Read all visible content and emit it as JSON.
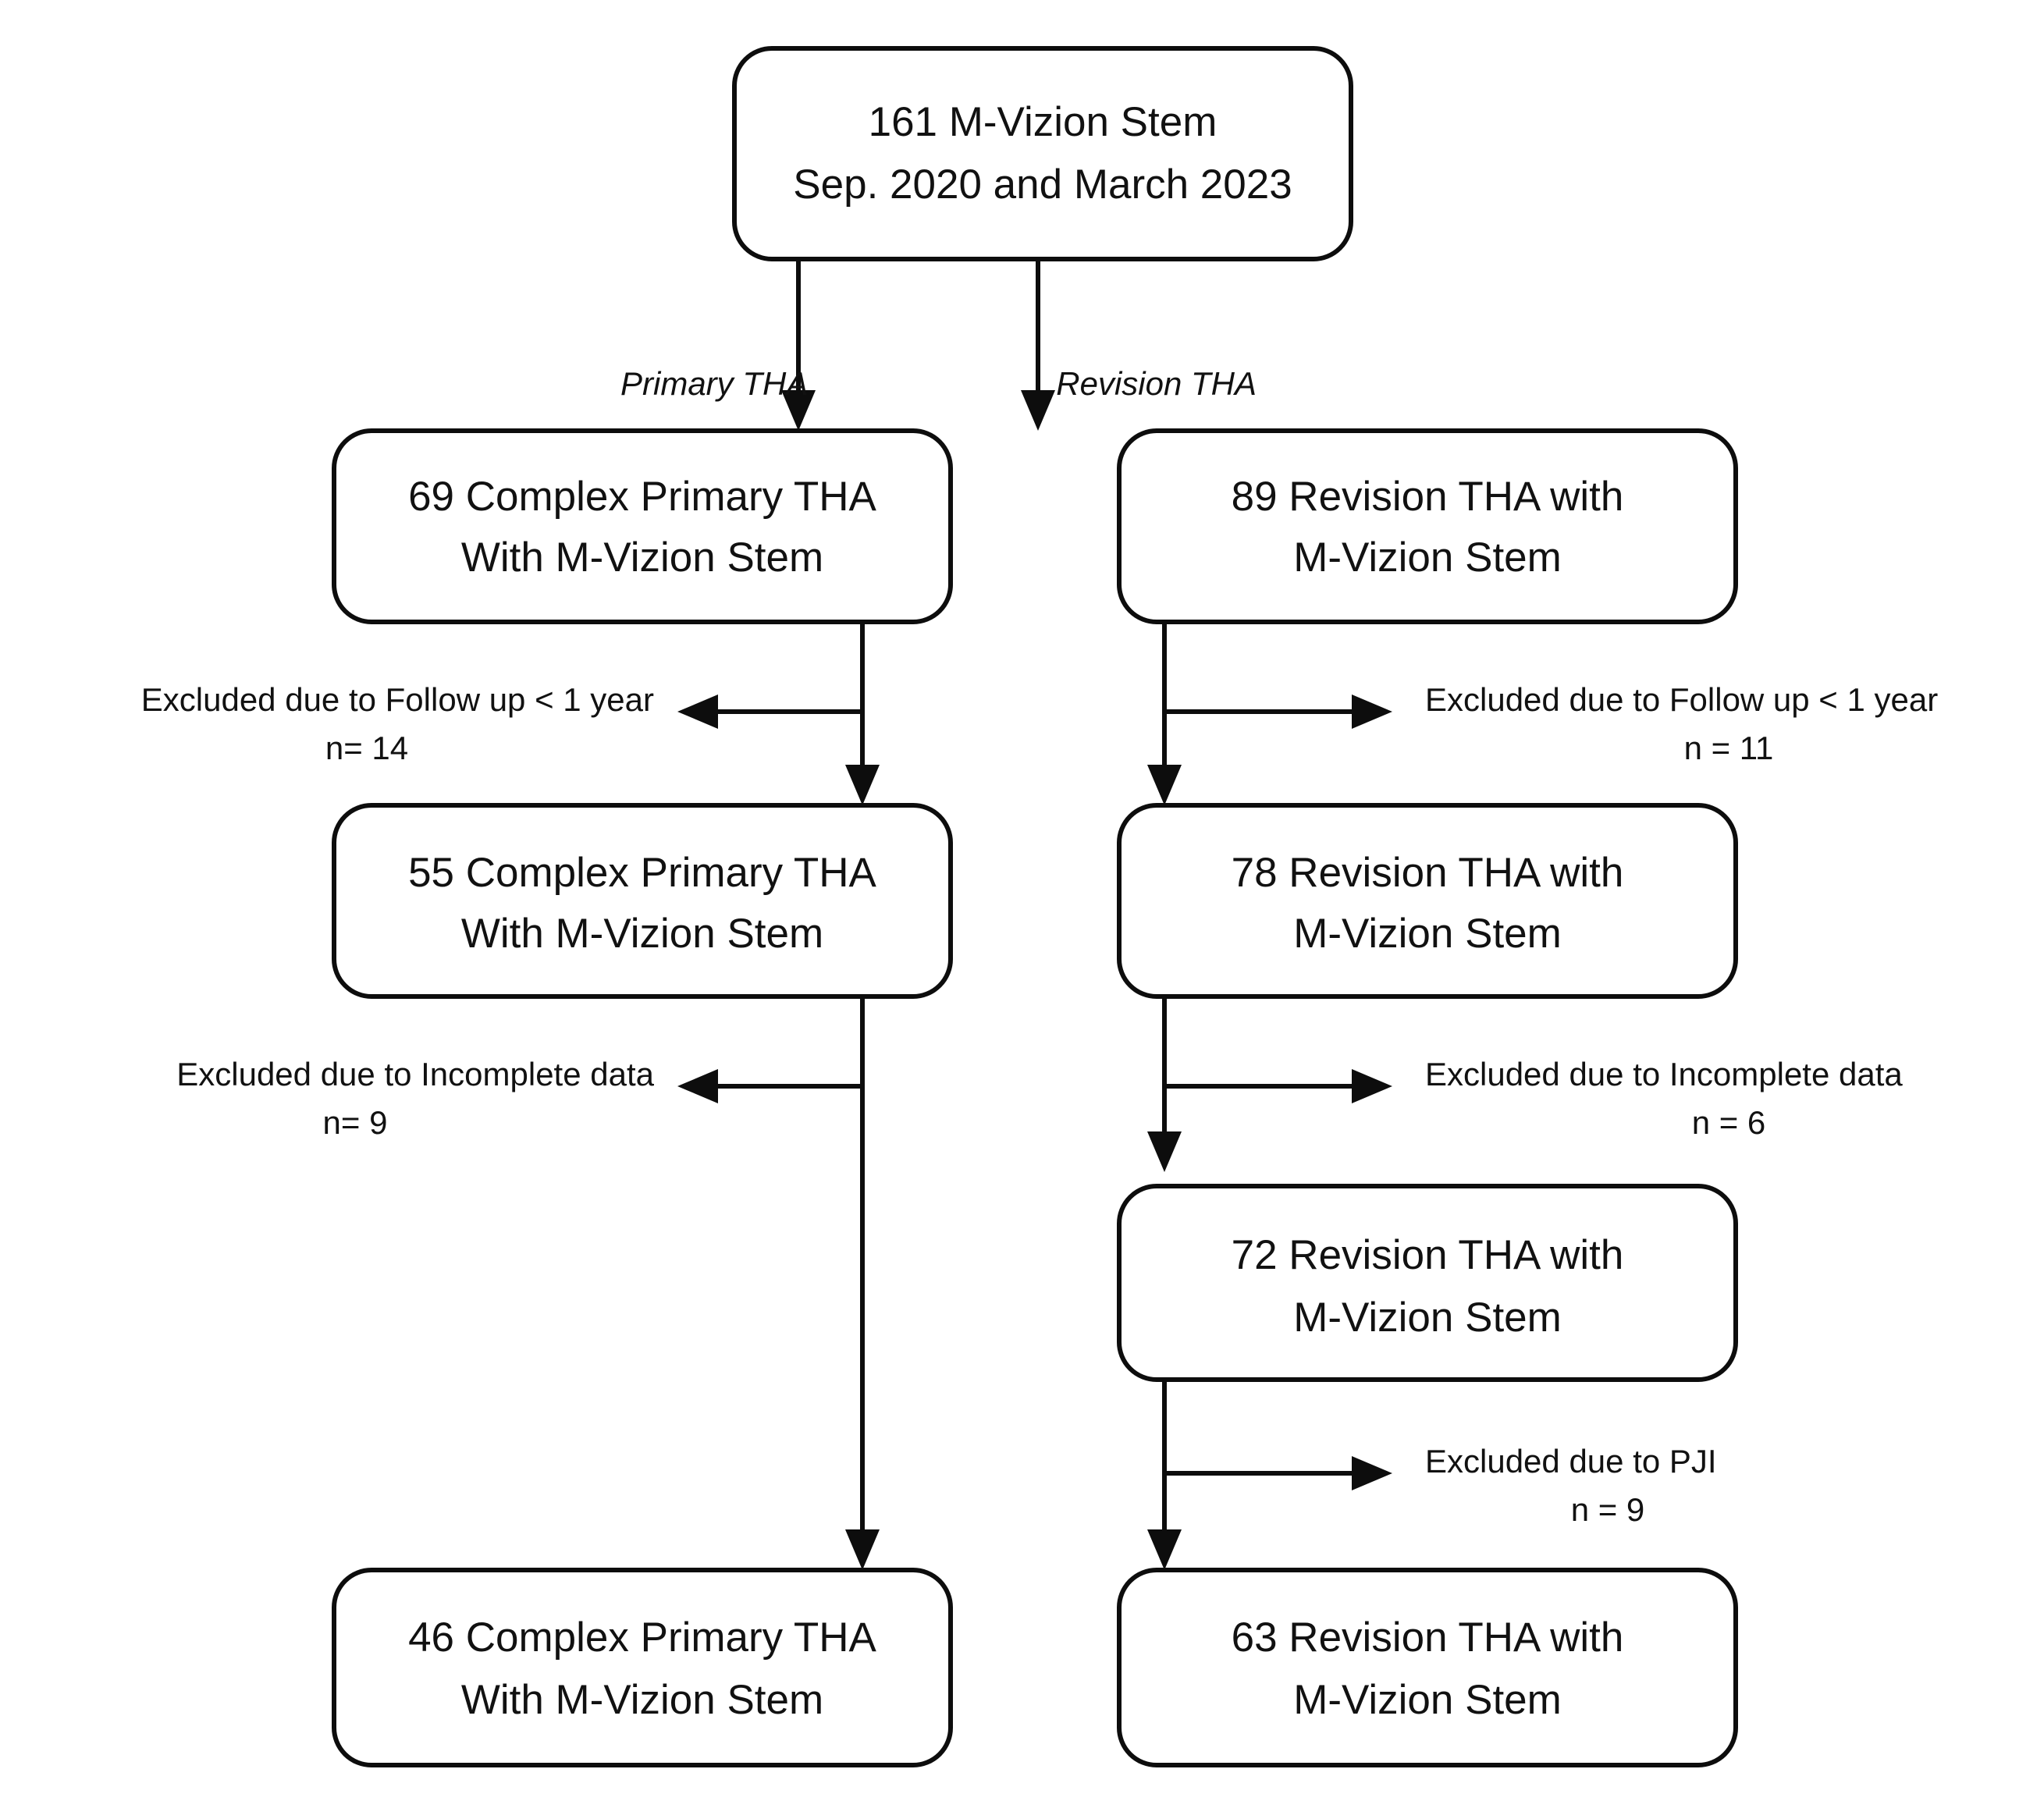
{
  "diagram": {
    "title": "M-Vizion Stem patient selection flow diagram",
    "type": "flowchart",
    "accent_color": "#0d0d0d",
    "background_color": "#ffffff"
  },
  "nodes": {
    "root": {
      "line1": "161 M-Vizion Stem",
      "line2": "Sep. 2020 and March 2023",
      "count": 161
    },
    "primary_initial": {
      "line1": "69 Complex Primary THA",
      "line2": "With M-Vizion Stem",
      "count": 69
    },
    "revision_initial": {
      "line1": "89 Revision THA with",
      "line2": "M-Vizion Stem",
      "count": 89
    },
    "primary_after_followup": {
      "line1": "55 Complex Primary THA",
      "line2": "With M-Vizion Stem",
      "count": 55
    },
    "revision_after_followup": {
      "line1": "78 Revision THA with",
      "line2": "M-Vizion Stem",
      "count": 78
    },
    "revision_after_incomplete": {
      "line1": "72 Revision THA with",
      "line2": "M-Vizion Stem",
      "count": 72
    },
    "primary_final": {
      "line1": "46 Complex Primary THA",
      "line2": "With M-Vizion Stem",
      "count": 46
    },
    "revision_final": {
      "line1": "63 Revision THA with",
      "line2": "M-Vizion Stem",
      "count": 63
    }
  },
  "branch_labels": {
    "primary": "Primary THA",
    "revision": "Revision THA"
  },
  "exclusions": {
    "primary_followup": {
      "reason": "Excluded due to Follow up < 1 year",
      "count_label": "n= 14",
      "count": 14
    },
    "revision_followup": {
      "reason": "Excluded due to Follow up < 1 year",
      "count_label": "n = 11",
      "count": 11
    },
    "primary_incomplete": {
      "reason": "Excluded due to Incomplete data",
      "count_label": "n= 9",
      "count": 9
    },
    "revision_incomplete": {
      "reason": "Excluded due to Incomplete data",
      "count_label": "n = 6",
      "count": 6
    },
    "revision_pji": {
      "reason": "Excluded due to PJI",
      "count_label": "n = 9",
      "count": 9
    }
  }
}
